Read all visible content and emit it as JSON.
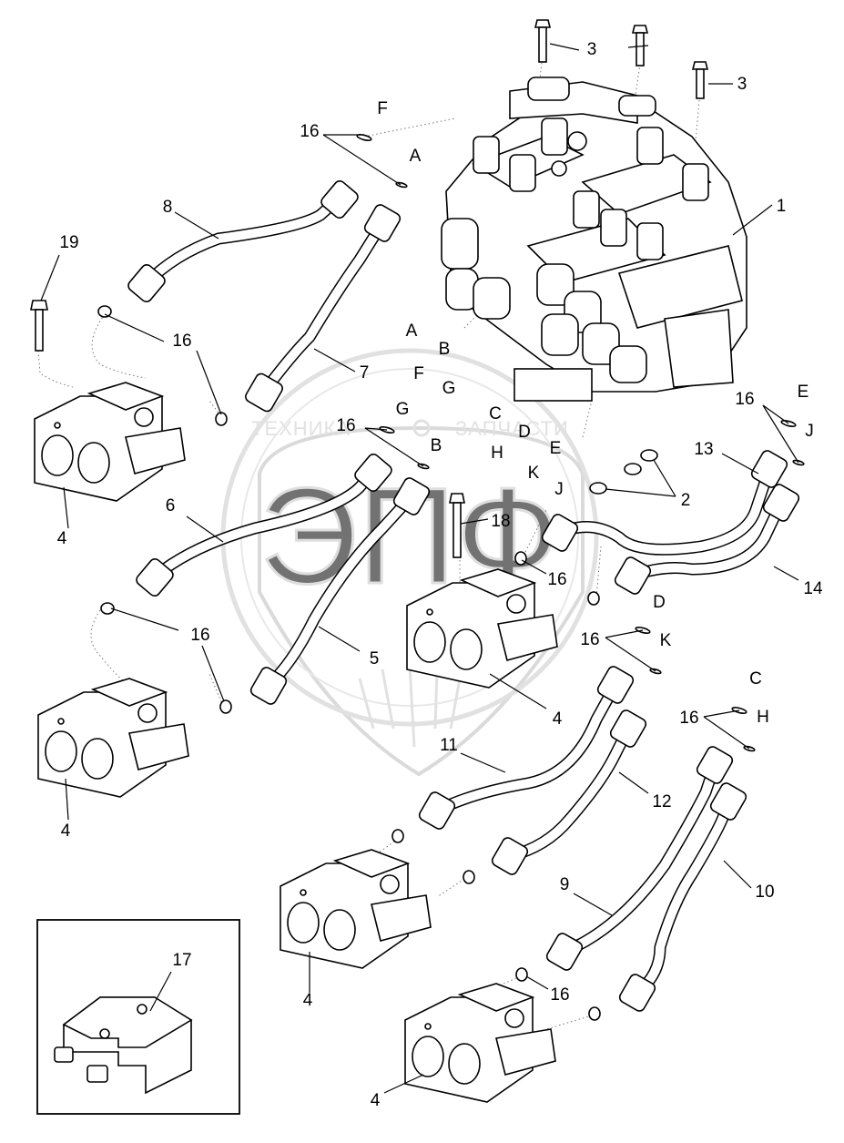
{
  "watermark": {
    "left_text": "ТЕХНИКА",
    "right_text": "ЗАПЧАСТИ",
    "emblem": "ЭПФ"
  },
  "callouts": {
    "n1": "1",
    "n2": "2",
    "n3": "3",
    "n4": "4",
    "n5": "5",
    "n6": "6",
    "n7": "7",
    "n8": "8",
    "n9": "9",
    "n10": "10",
    "n11": "11",
    "n12": "12",
    "n13": "13",
    "n14": "14",
    "n16": "16",
    "n17": "17",
    "n18": "18",
    "n19": "19"
  },
  "letters": {
    "A": "A",
    "B": "B",
    "C": "C",
    "D": "D",
    "E": "E",
    "F": "F",
    "G": "G",
    "H": "H",
    "J": "J",
    "K": "K"
  },
  "inset": {
    "part_number": "17"
  }
}
